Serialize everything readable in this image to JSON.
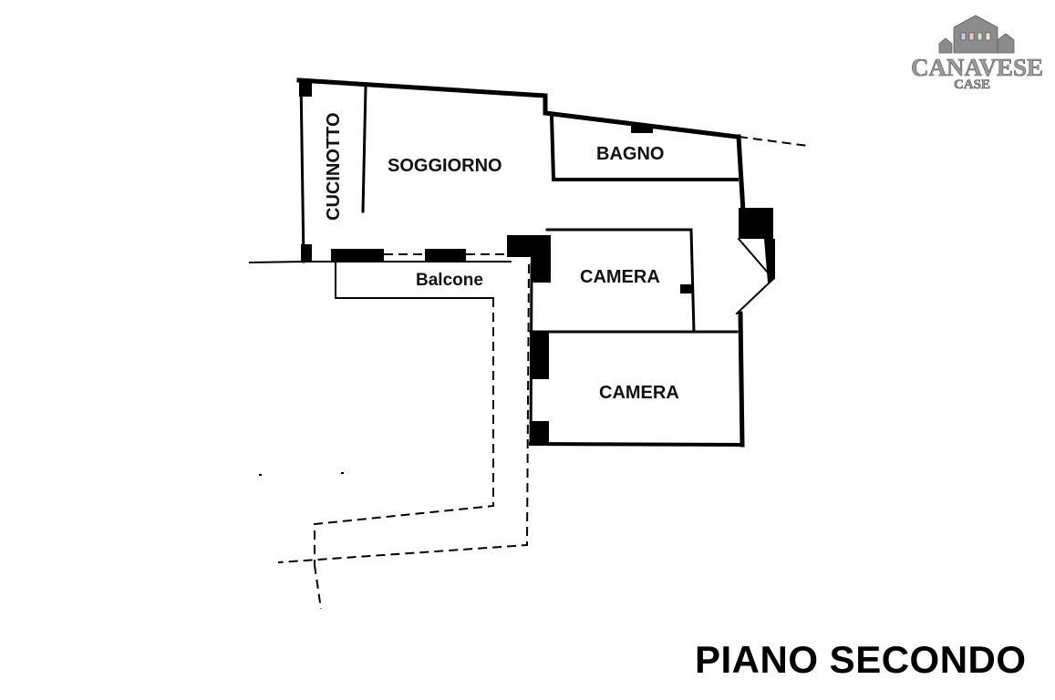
{
  "floor_title": "PIANO SECONDO",
  "logo": {
    "main": "CANAVESE",
    "sub": "CASE",
    "icon": "houses-icon"
  },
  "rooms": {
    "cucinotto": "CUCINOTTO",
    "soggiorno": "SOGGIORNO",
    "bagno": "BAGNO",
    "camera_1": "CAMERA",
    "camera_2": "CAMERA",
    "balcone": "Balcone"
  },
  "colors": {
    "wall": "#000000",
    "background": "#ffffff",
    "logo": "#9a9a9a"
  }
}
